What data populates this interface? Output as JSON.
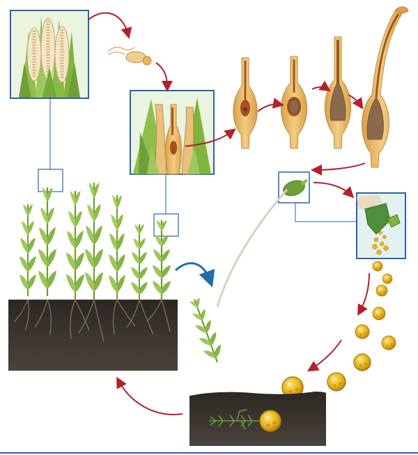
{
  "diagram": {
    "stages": [
      {
        "id": "antheridia-closeup",
        "icon": "antheridia-magnified-icon"
      },
      {
        "id": "sperm",
        "icon": "sperm-cell-icon"
      },
      {
        "id": "archegonia-closeup",
        "icon": "archegonia-magnified-icon"
      },
      {
        "id": "sporophyte-development",
        "icon": "developing-sporophyte-icon",
        "steps": 4
      },
      {
        "id": "capsule",
        "icon": "capsule-icon"
      },
      {
        "id": "capsule-closeup",
        "icon": "capsule-releasing-spores-icon"
      },
      {
        "id": "spores",
        "icon": "spore-icon"
      },
      {
        "id": "protonema",
        "icon": "protonema-icon"
      },
      {
        "id": "gametophyte-colony",
        "icon": "moss-gametophytes-icon"
      },
      {
        "id": "young-gametophyte",
        "icon": "young-gametophyte-with-sporophyte-icon"
      }
    ],
    "colors": {
      "arrow_red": "#b3202a",
      "arrow_blue": "#1f6ea8",
      "frame_blue": "#2a62a8",
      "moss_green": "#8fbf4a",
      "soil": "#2f2a26",
      "spore_yellow": "#e8b51c",
      "sporophyte_tan": "#e8b868"
    }
  }
}
